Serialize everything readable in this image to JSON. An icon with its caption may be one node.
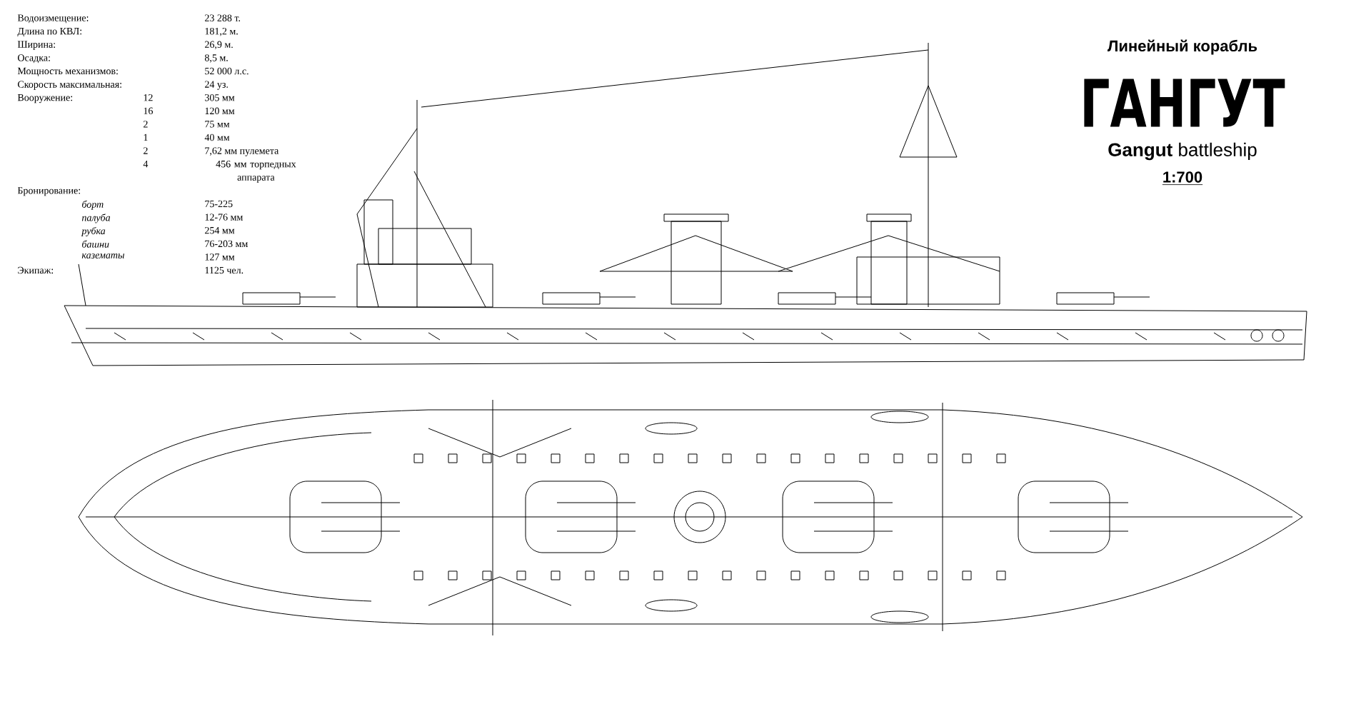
{
  "diagram": {
    "title": "ГАНГУТ",
    "labels": [
      "Водоизмещение:",
      "23 288 т.",
      "Длина по КВЛ:",
      "181,2 м.",
      "Ширина:",
      "26,9 м.",
      "Осадка:",
      "8,5 м.",
      "Мощность механизмов:",
      "52 000 л.с.",
      "Скорость максимальная:",
      "24 уз.",
      "Вооружение:",
      "12",
      "305 мм",
      "16",
      "120 мм",
      "2",
      "75 мм",
      "1",
      "40 мм",
      "2",
      "7,62 мм пулемета",
      "4",
      "456 мм торпедных аппарата",
      "Бронирование:",
      "борт",
      "75-225",
      "палуба",
      "12-76 мм",
      "рубка",
      "254 мм",
      "башни",
      "76-203 мм",
      "казематы",
      "127 мм",
      "Экипаж:",
      "1125 чел.",
      "Линейный корабль",
      "**Gangut** battleship",
      "1:700"
    ]
  }
}
